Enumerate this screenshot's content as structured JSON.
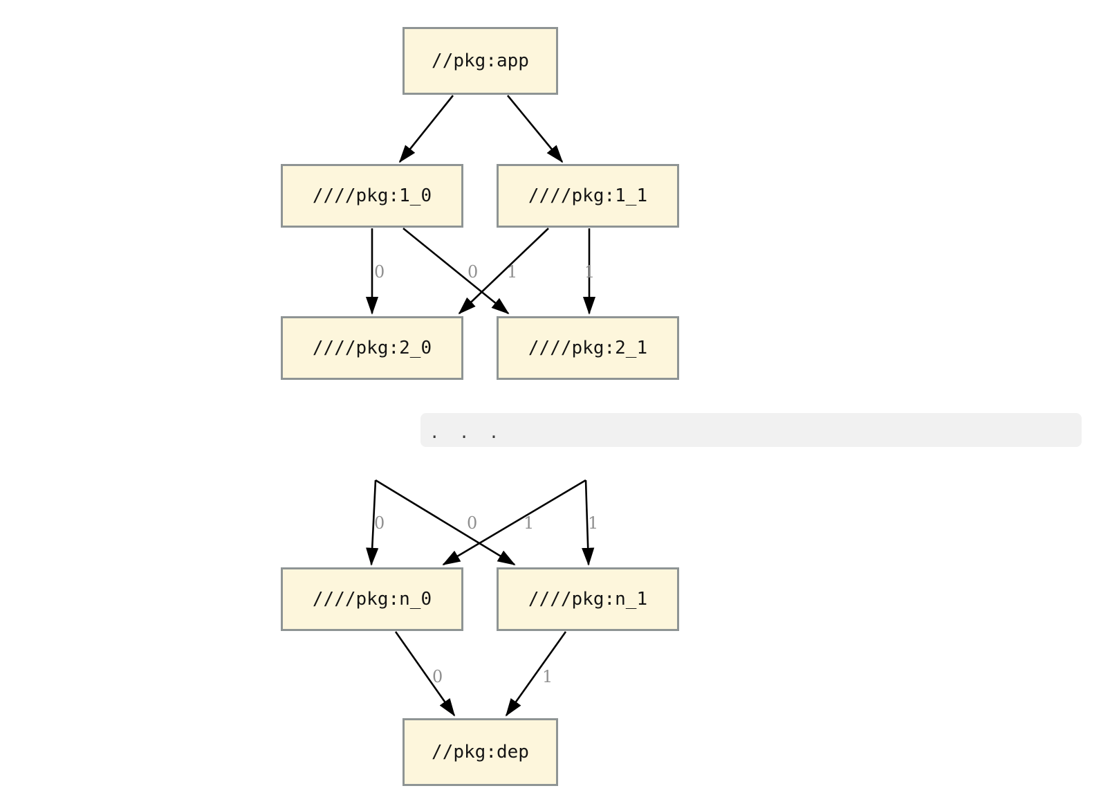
{
  "diagram": {
    "nodes": [
      {
        "id": "app",
        "label": "//pkg:app"
      },
      {
        "id": "1_0",
        "label": "////pkg:1_0"
      },
      {
        "id": "1_1",
        "label": "////pkg:1_1"
      },
      {
        "id": "2_0",
        "label": "////pkg:2_0"
      },
      {
        "id": "2_1",
        "label": "////pkg:2_1"
      },
      {
        "id": "n_0",
        "label": "////pkg:n_0"
      },
      {
        "id": "n_1",
        "label": "////pkg:n_1"
      },
      {
        "id": "dep",
        "label": "//pkg:dep"
      }
    ],
    "elided_rows_text": ". . .",
    "edges": [
      {
        "from": "//pkg:app",
        "to": "////pkg:1_0",
        "label": ""
      },
      {
        "from": "//pkg:app",
        "to": "////pkg:1_1",
        "label": ""
      },
      {
        "from": "////pkg:1_0",
        "to": "////pkg:2_0",
        "label": "0"
      },
      {
        "from": "////pkg:1_0",
        "to": "////pkg:2_1",
        "label": "1"
      },
      {
        "from": "////pkg:1_1",
        "to": "////pkg:2_0",
        "label": "0"
      },
      {
        "from": "////pkg:1_1",
        "to": "////pkg:2_1",
        "label": "1"
      },
      {
        "from": "(elided row)",
        "to": "////pkg:n_0",
        "label": "0"
      },
      {
        "from": "(elided row)",
        "to": "////pkg:n_1",
        "label": "1"
      },
      {
        "from": "(elided row)",
        "to": "////pkg:n_0",
        "label": "0"
      },
      {
        "from": "(elided row)",
        "to": "////pkg:n_1",
        "label": "1"
      },
      {
        "from": "////pkg:n_0",
        "to": "//pkg:dep",
        "label": "0"
      },
      {
        "from": "////pkg:n_1",
        "to": "//pkg:dep",
        "label": "1"
      }
    ],
    "colors": {
      "background": "#ffffff",
      "node_fill": "#fdf6dc",
      "node_border": "#8e9494",
      "edge": "#000000",
      "edge_label": "#8f8f8f",
      "elided_bar_bg": "#f1f1f1",
      "elided_dots": "#3a3a3a"
    }
  }
}
